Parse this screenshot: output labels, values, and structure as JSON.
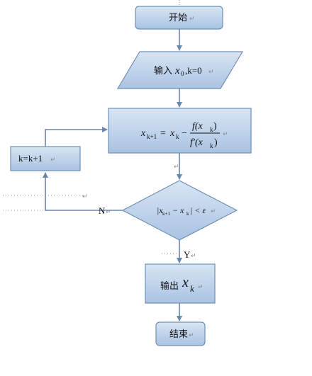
{
  "colors": {
    "fill_top": "#d8e5f3",
    "fill_bottom": "#a9c3e3",
    "stroke": "#6f8fb6",
    "arrow": "#6a86aa"
  },
  "nodes": {
    "start": {
      "label": "开始"
    },
    "input": {
      "label_prefix": "输入",
      "label_var": "x",
      "label_sub": "0",
      "label_suffix": ",k=0"
    },
    "formula": {
      "lhs_var": "x",
      "lhs_sub": "k+1",
      "eq": "=",
      "rhs_var": "x",
      "rhs_sub": "k",
      "minus": "−",
      "numerator": "f(x",
      "num_sub": "k",
      "num_close": ")",
      "denominator": "f′(x",
      "den_sub": "k",
      "den_close": ")"
    },
    "increment": {
      "label": "k=k+1"
    },
    "decision": {
      "open": "|x",
      "sub1": "k+1",
      "mid": " − x",
      "sub2": "k",
      "close": "| < ε"
    },
    "output": {
      "label_prefix": "输出",
      "label_var": "x",
      "label_sub": "k"
    },
    "end": {
      "label": "结束"
    }
  },
  "edge_labels": {
    "no": "N",
    "yes": "Y"
  },
  "marks": {
    "return": "↵"
  }
}
